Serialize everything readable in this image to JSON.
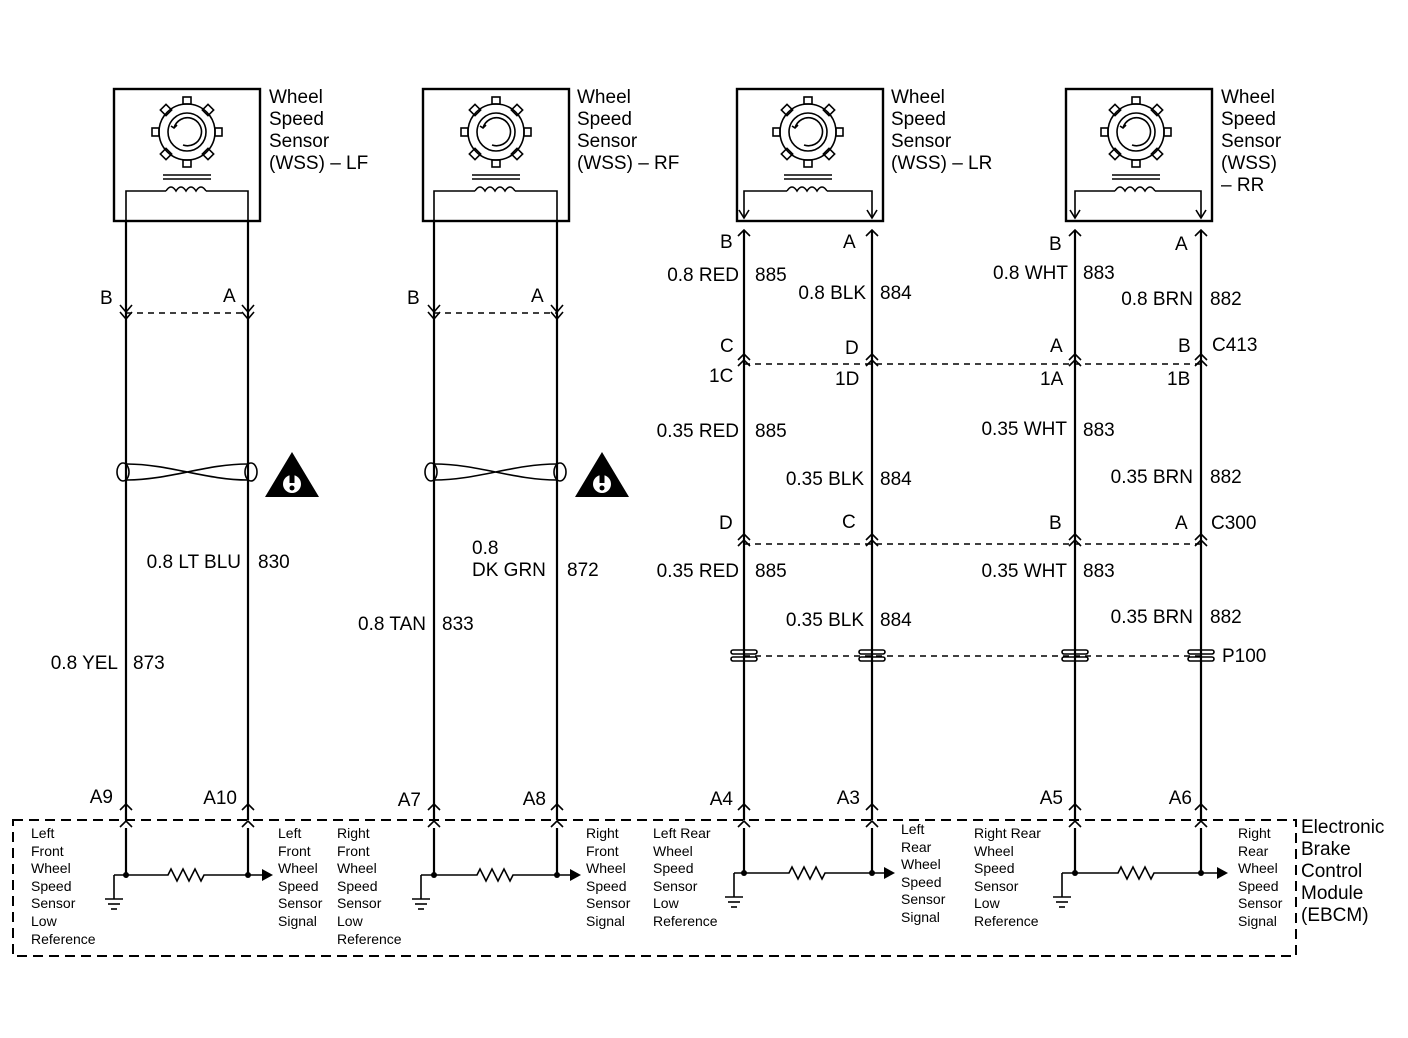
{
  "sensors": [
    {
      "id": "lf",
      "lines": [
        "Wheel",
        "Speed",
        "Sensor",
        "(WSS) – LF"
      ]
    },
    {
      "id": "rf",
      "lines": [
        "Wheel",
        "Speed",
        "Sensor",
        "(WSS) – RF"
      ]
    },
    {
      "id": "lr",
      "lines": [
        "Wheel",
        "Speed",
        "Sensor",
        "(WSS) – LR"
      ]
    },
    {
      "id": "rr",
      "lines": [
        "Wheel",
        "Speed",
        "Sensor",
        "(WSS)",
        "– RR"
      ]
    }
  ],
  "sensor_pins": {
    "lf_b": "B",
    "lf_a": "A",
    "rf_b": "B",
    "rf_a": "A",
    "lr_b": "B",
    "lr_a": "A",
    "rr_b": "B",
    "rr_a": "A"
  },
  "upper_wires": {
    "lr_b": {
      "gauge_color": "0.8 RED",
      "circuit": "885"
    },
    "lr_a": {
      "gauge_color": "0.8 BLK",
      "circuit": "884"
    },
    "rr_b": {
      "gauge_color": "0.8 WHT",
      "circuit": "883"
    },
    "rr_a": {
      "gauge_color": "0.8 BRN",
      "circuit": "882"
    }
  },
  "c413": {
    "name": "C413",
    "top_pins": [
      "C",
      "D",
      "A",
      "B"
    ],
    "bottom_pins": [
      "1C",
      "1D",
      "1A",
      "1B"
    ]
  },
  "mid_wires": {
    "lr_b": {
      "gauge_color": "0.35 RED",
      "circuit": "885"
    },
    "lr_a": {
      "gauge_color": "0.35 BLK",
      "circuit": "884"
    },
    "rr_b": {
      "gauge_color": "0.35 WHT",
      "circuit": "883"
    },
    "rr_a": {
      "gauge_color": "0.35 BRN",
      "circuit": "882"
    }
  },
  "c300": {
    "name": "C300",
    "pins": [
      "D",
      "C",
      "B",
      "A"
    ]
  },
  "lower_wires": {
    "lr_b": {
      "gauge_color": "0.35 RED",
      "circuit": "885"
    },
    "lr_a": {
      "gauge_color": "0.35 BLK",
      "circuit": "884"
    },
    "rr_b": {
      "gauge_color": "0.35 WHT",
      "circuit": "883"
    },
    "rr_a": {
      "gauge_color": "0.35 BRN",
      "circuit": "882"
    }
  },
  "p100": {
    "name": "P100"
  },
  "front_wires": {
    "lf_a": {
      "gauge_color": "0.8 LT BLU",
      "circuit": "830"
    },
    "lf_b": {
      "gauge_color": "0.8 YEL",
      "circuit": "873"
    },
    "rf_a": {
      "gauge_color_1": "0.8",
      "gauge_color_2": "DK GRN",
      "circuit": "872"
    },
    "rf_b": {
      "gauge_color": "0.8 TAN",
      "circuit": "833"
    }
  },
  "ebcm_pins": [
    "A9",
    "A10",
    "A7",
    "A8",
    "A4",
    "A3",
    "A5",
    "A6"
  ],
  "ebcm": {
    "name_lines": [
      "Electronic",
      "Brake",
      "Control",
      "Module",
      "(EBCM)"
    ],
    "signals": [
      {
        "id": "lf_low",
        "lines": [
          "Left",
          "Front",
          "Wheel",
          "Speed",
          "Sensor",
          "Low",
          "Reference"
        ]
      },
      {
        "id": "lf_sig",
        "lines": [
          "Left",
          "Front",
          "Wheel",
          "Speed",
          "Sensor",
          "Signal"
        ]
      },
      {
        "id": "rf_low",
        "lines": [
          "Right",
          "Front",
          "Wheel",
          "Speed",
          "Sensor",
          "Low",
          "Reference"
        ]
      },
      {
        "id": "rf_sig",
        "lines": [
          "Right",
          "Front",
          "Wheel",
          "Speed",
          "Sensor",
          "Signal"
        ]
      },
      {
        "id": "lr_low",
        "lines": [
          "Left Rear",
          "Wheel",
          "Speed",
          "Sensor",
          "Low",
          "Reference"
        ]
      },
      {
        "id": "lr_sig",
        "lines": [
          "Left",
          "Rear",
          "Wheel",
          "Speed",
          "Sensor",
          "Signal"
        ]
      },
      {
        "id": "rr_low",
        "lines": [
          "Right Rear",
          "Wheel",
          "Speed",
          "Sensor",
          "Low",
          "Reference"
        ]
      },
      {
        "id": "rr_sig",
        "lines": [
          "Right",
          "Rear",
          "Wheel",
          "Speed",
          "Sensor",
          "Signal"
        ]
      }
    ]
  }
}
